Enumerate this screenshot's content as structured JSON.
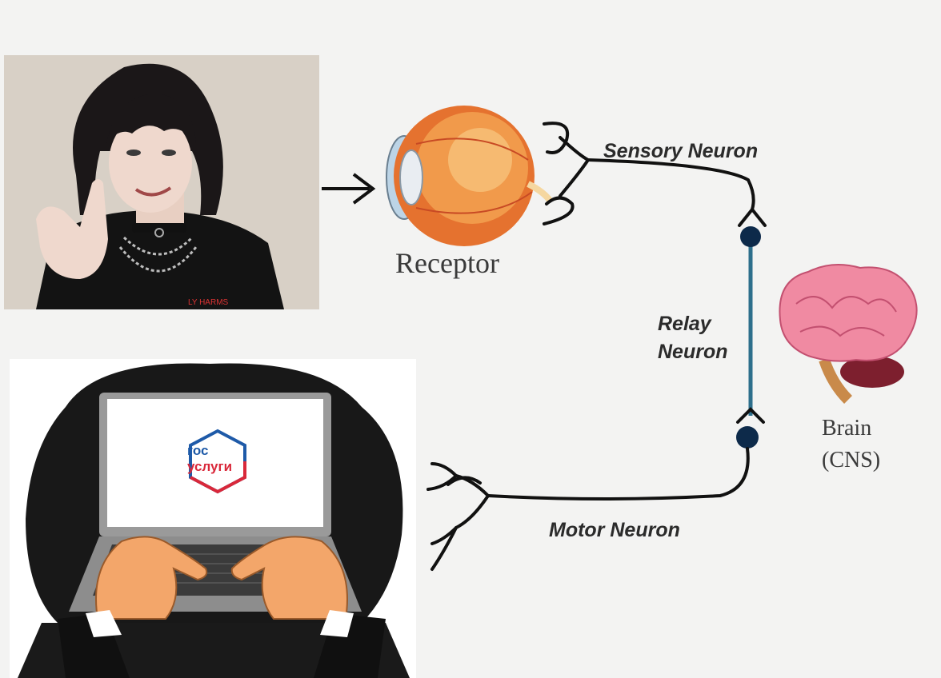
{
  "diagram": {
    "labels": {
      "receptor": "Receptor",
      "sensory_neuron": "Sensory Neuron",
      "relay_line1": "Relay",
      "relay_line2": "Neuron",
      "brain_line1": "Brain",
      "brain_line2": "(CNS)",
      "motor_neuron": "Motor Neuron"
    }
  },
  "photo": {
    "shirt_text": "LY HARMS"
  },
  "laptop": {
    "logo_line1": "гос",
    "logo_line2": "услуги",
    "logo_colors": {
      "blue": "#1e5aa8",
      "red": "#d9283a"
    }
  },
  "colors": {
    "neuron_line": "#111111",
    "relay_line": "#2d6f8c",
    "node": "#0d2a4a"
  }
}
